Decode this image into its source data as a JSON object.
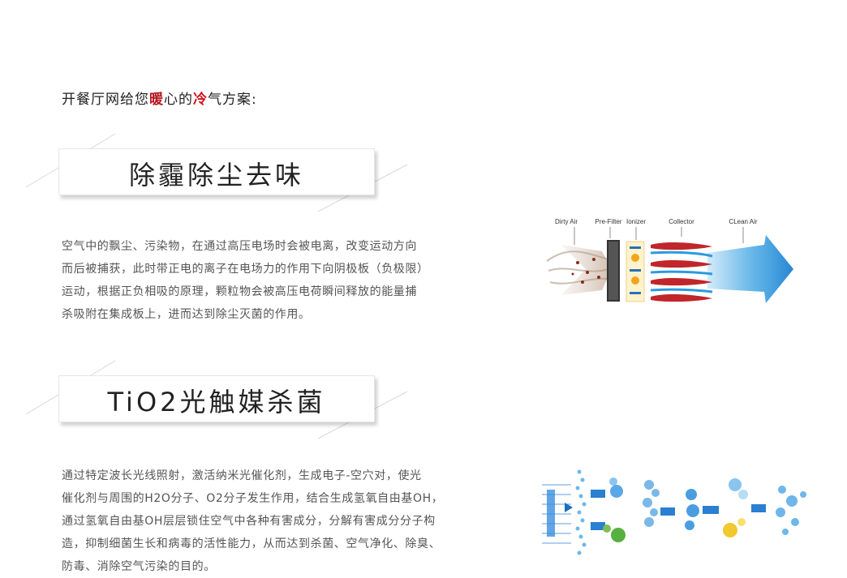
{
  "intro": {
    "prefix": "开餐厅网给您",
    "warm": "暖",
    "middle": "心的",
    "cold": "冷",
    "suffix": "气方案:"
  },
  "section1": {
    "title": "除霾除尘去味",
    "lines": [
      "空气中的飘尘、污染物，在通过高压电场时会被电离，改变运动方向",
      "而后被捕获，此时带正电的离子在电场力的作用下向阴极板（负极限）",
      "运动，根据正负相吸的原理，颗粒物会被高压电荷瞬间释放的能量捕",
      "杀吸附在集成板上，进而达到除尘灭菌的作用。"
    ],
    "diagram_labels": [
      "Dirty Air",
      "Pre-Filter",
      "Ionizer",
      "Collector",
      "CLean Air"
    ]
  },
  "section2": {
    "title": "TiO2光触媒杀菌",
    "lines": [
      "通过特定波长光线照射，激活纳米光催化剂，生成电子-空穴对，使光",
      "催化剂与周围的H2O分子、O2分子发生作用，结合生成氢氧自由基OH，",
      "通过氢氧自由基OH层层锁住空气中各种有害成分，分解有害成分分子构",
      "造，抑制细菌生长和病毒的活性能力，从而达到杀菌、空气净化、除臭、",
      "防毒、消除空气污染的目的。"
    ]
  },
  "colors": {
    "warm": "#b8161f",
    "cold": "#d0101a",
    "clean_air": "#2a9be0",
    "collector": "#c0262a"
  }
}
